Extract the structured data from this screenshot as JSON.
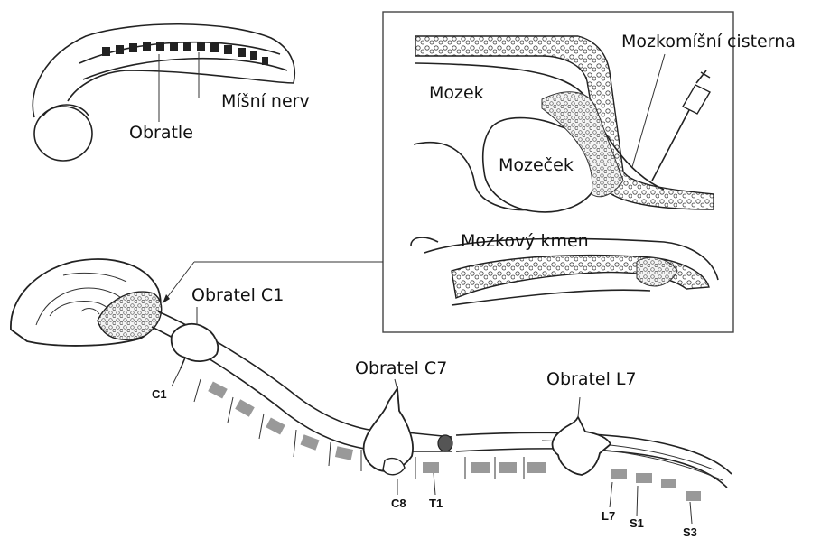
{
  "embryo": {
    "label_vertebrae": "Obratle",
    "label_spinal_nerve": "Míšní nerv"
  },
  "inset": {
    "label_cistern": "Mozkomíšní cisterna",
    "label_brain": "Mozek",
    "label_cerebellum": "Mozeček",
    "label_brainstem": "Mozkový kmen"
  },
  "spine": {
    "label_c1_vertebra": "Obratel C1",
    "label_c7_vertebra": "Obratel C7",
    "label_l7_vertebra": "Obratel L7",
    "tag_c1": "C1",
    "tag_c8": "C8",
    "tag_t1": "T1",
    "tag_l7": "L7",
    "tag_s1": "S1",
    "tag_s3": "S3"
  }
}
